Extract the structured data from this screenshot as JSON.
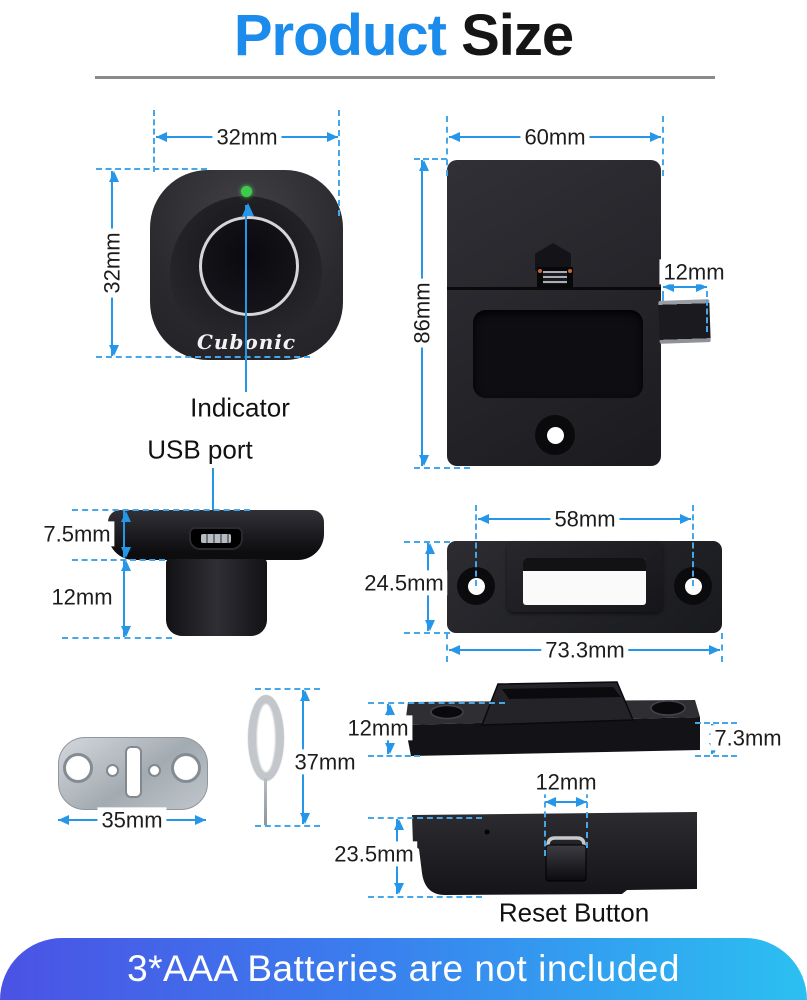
{
  "title": {
    "highlight": "Product",
    "rest": "Size"
  },
  "colors": {
    "accent_blue": "#2596e8",
    "dash_blue": "#45a7ea",
    "title_blue": "#1b8ceb",
    "text_dark": "#1c1c1c",
    "banner_left": "#4b52e4",
    "banner_mid": "#3a7eee",
    "banner_right": "#2bc0f1",
    "led_green": "#3ecb4b"
  },
  "front_view": {
    "width": "32mm",
    "height": "32mm",
    "brand": "Cubonic",
    "indicator_label": "Indicator"
  },
  "back_view": {
    "width": "60mm",
    "height": "86mm",
    "latch_width": "12mm"
  },
  "usb_view": {
    "port_label": "USB port",
    "flange_height": "7.5mm",
    "body_height": "12mm"
  },
  "strike_front": {
    "hole_span": "58mm",
    "height": "24.5mm",
    "width": "73.3mm"
  },
  "strike_side": {
    "height": "12mm",
    "base_height": "7.3mm"
  },
  "mount_plate": {
    "width": "35mm"
  },
  "eject_pin": {
    "length": "37mm"
  },
  "bottom_view": {
    "button_width": "12mm",
    "height": "23.5mm",
    "reset_label": "Reset Button"
  },
  "banner": {
    "text": "3*AAA Batteries are not included"
  }
}
